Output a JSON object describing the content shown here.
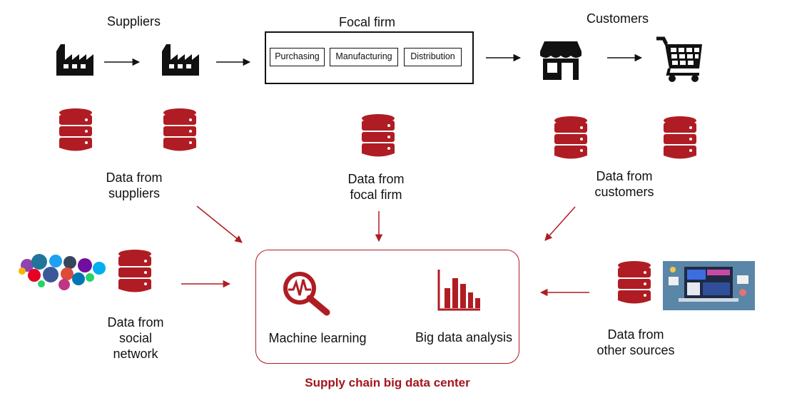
{
  "header": {
    "suppliers": "Suppliers",
    "focal_firm": "Focal firm",
    "customers": "Customers"
  },
  "focal_firm_units": [
    "Purchasing",
    "Manufacturing",
    "Distribution"
  ],
  "data_labels": {
    "suppliers": [
      "Data from",
      "suppliers"
    ],
    "focal_firm": [
      "Data from",
      "focal firm"
    ],
    "customers": [
      "Data from",
      "customers"
    ],
    "social": [
      "Data from",
      "social",
      "network"
    ],
    "other": [
      "Data from",
      "other sources"
    ]
  },
  "center": {
    "machine_learning": "Machine learning",
    "big_data_analysis": "Big data analysis",
    "title": "Supply chain big data center"
  },
  "colors": {
    "accent": "#a3151c",
    "db": "#b01c23",
    "icon_black": "#111111",
    "social_blue": "#3b5998",
    "screen_bg": "#5a86a8"
  },
  "icons": [
    "factory-icon",
    "store-icon",
    "shopping-cart-icon",
    "database-icon",
    "machine-learning-icon",
    "bar-chart-icon",
    "social-media-cluster-icon",
    "computer-screen-icon"
  ]
}
